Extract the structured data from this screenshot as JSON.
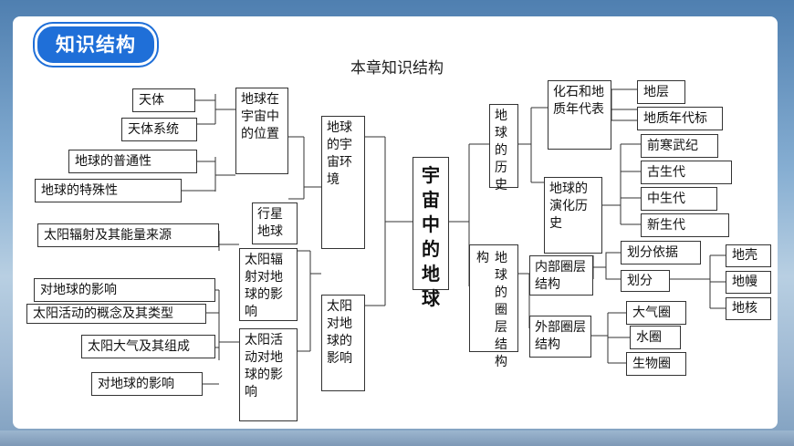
{
  "header": {
    "section_label": "知识结构"
  },
  "diagram": {
    "title": "本章知识结构",
    "root": "宇宙中的地球",
    "branches": {
      "universe_env": {
        "label": "地球的宇宙环境",
        "position": {
          "label": "地球在宇宙中的位置",
          "items": [
            "天体",
            "天体系统"
          ]
        },
        "ordinary": "地球的普通性",
        "special": "地球的特殊性"
      },
      "sun_effect": {
        "label": "太阳对地球的影响",
        "planet": "行星地球",
        "radiation": {
          "label": "太阳辐射对地球的影响",
          "items": [
            "太阳辐射及其能量来源",
            "对地球的影响"
          ]
        },
        "activity": {
          "label": "太阳活动对地球的影响",
          "items": [
            "太阳活动的概念及其类型",
            "太阳大气及其组成",
            "对地球的影响"
          ]
        }
      },
      "history": {
        "label": "地球的历史",
        "fossil": {
          "label": "化石和地质年代表",
          "items": [
            "地层",
            "地质年代标"
          ]
        },
        "evolution": {
          "label": "地球的演化历史",
          "items": [
            "前寒武纪",
            "古生代",
            "中生代",
            "新生代"
          ]
        }
      },
      "spheres": {
        "label": "地球的圈层结构",
        "side_char": "构",
        "inner": {
          "label": "内部圈层结构",
          "basis": "划分依据",
          "divide": "划分",
          "layers": [
            "地壳",
            "地幔",
            "地核"
          ]
        },
        "outer": {
          "label": "外部圈层结构",
          "layers": [
            "大气圈",
            "水圈",
            "生物圈"
          ]
        }
      }
    }
  }
}
